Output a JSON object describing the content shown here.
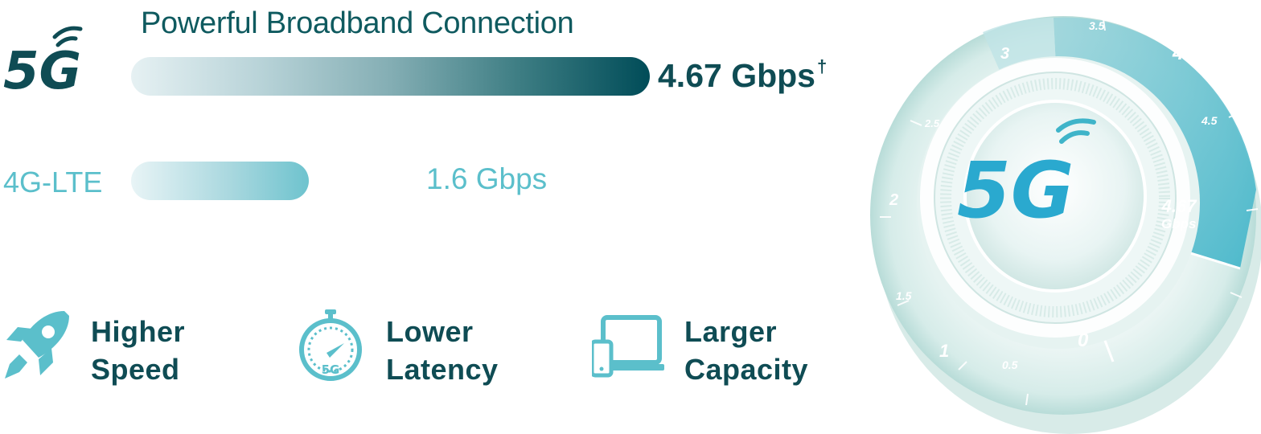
{
  "fiveg": {
    "logo_text": "5G",
    "title": "Powerful Broadband Connection",
    "value": "4.67 Gbps",
    "footnote_mark": "†",
    "bar_level": 1.0
  },
  "fourg": {
    "label": "4G-LTE",
    "value": "1.6 Gbps",
    "bar_level": 0.343
  },
  "features": [
    {
      "icon": "rocket-icon",
      "line1": "Higher",
      "line2": "Speed"
    },
    {
      "icon": "stopwatch-5g-icon",
      "line1": "Lower",
      "line2": "Latency",
      "icon_text": "5G"
    },
    {
      "icon": "devices-icon",
      "line1": "Larger",
      "line2": "Capacity"
    }
  ],
  "dial": {
    "center_text": "5G",
    "value_number": "4.67",
    "value_unit": "Gbps",
    "ticks": [
      "0",
      "0.5",
      "1",
      "1.5",
      "2",
      "2.5",
      "3",
      "3.5",
      "4",
      "4.5"
    ]
  },
  "colors": {
    "dark_teal": "#0f4c54",
    "light_teal": "#5bbfcb",
    "accent_cyan": "#3fb4c9"
  }
}
